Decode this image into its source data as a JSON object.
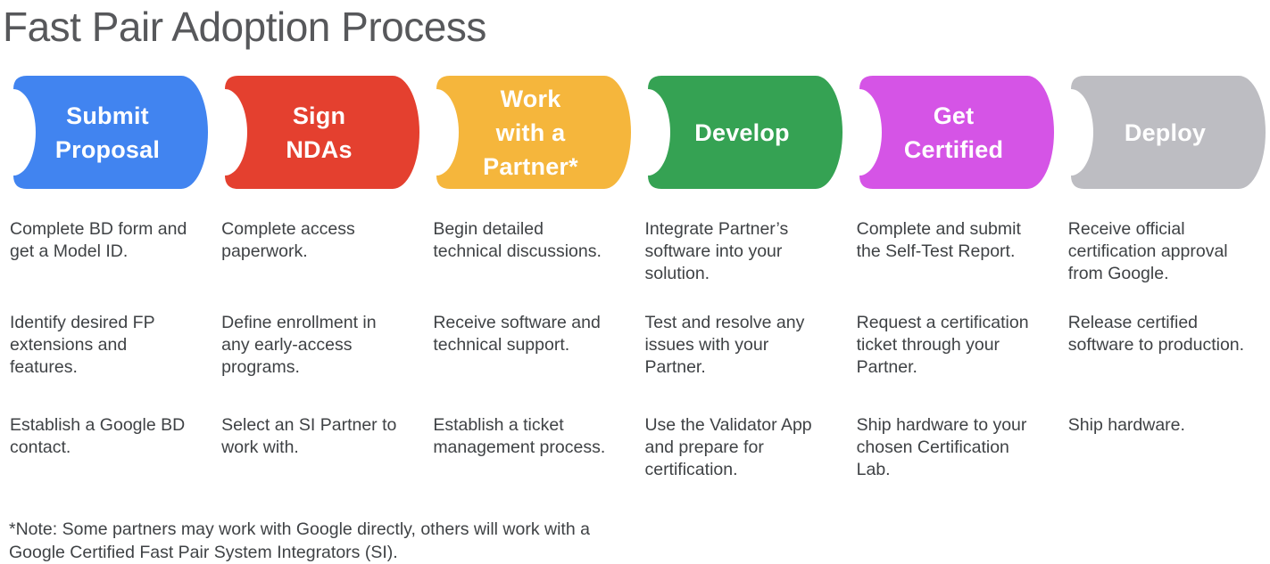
{
  "title": "Fast Pair Adoption Process",
  "stages": [
    {
      "label": "Submit Proposal",
      "label_lines": [
        "Submit",
        "Proposal"
      ],
      "color": "#4184F0",
      "steps": [
        "Complete BD form and get a Model ID.",
        "Identify desired FP extensions and features.",
        "Establish a Google BD contact."
      ]
    },
    {
      "label": "Sign NDAs",
      "label_lines": [
        "Sign",
        "NDAs"
      ],
      "color": "#E4402F",
      "steps": [
        "Complete access paperwork.",
        "Define enrollment in any early-access programs.",
        "Select an SI Partner to work with."
      ]
    },
    {
      "label": "Work with a Partner*",
      "label_lines": [
        "Work",
        "with a",
        "Partner*"
      ],
      "color": "#F5B63C",
      "steps": [
        "Begin detailed technical discussions.",
        "Receive software and technical support.",
        "Establish a ticket management process."
      ]
    },
    {
      "label": "Develop",
      "label_lines": [
        "Develop"
      ],
      "color": "#35A253",
      "steps": [
        "Integrate Partner’s software into your solution.",
        "Test and resolve any issues with your Partner.",
        "Use the Validator App and prepare for certification."
      ]
    },
    {
      "label": "Get Certified",
      "label_lines": [
        "Get",
        "Certified"
      ],
      "color": "#D554E6",
      "steps": [
        "Complete and submit the Self-Test Report.",
        "Request a certification ticket through your Partner.",
        "Ship hardware to your chosen Certification Lab."
      ]
    },
    {
      "label": "Deploy",
      "label_lines": [
        "Deploy"
      ],
      "color": "#BDBDC2",
      "steps": [
        "Receive official certification approval from Google.",
        "Release certified software to production.",
        "Ship hardware."
      ]
    }
  ],
  "footnote_lines": [
    "*Note: Some partners may work with Google directly, others will work with a",
    "Google Certified Fast Pair System Integrators (SI)."
  ]
}
